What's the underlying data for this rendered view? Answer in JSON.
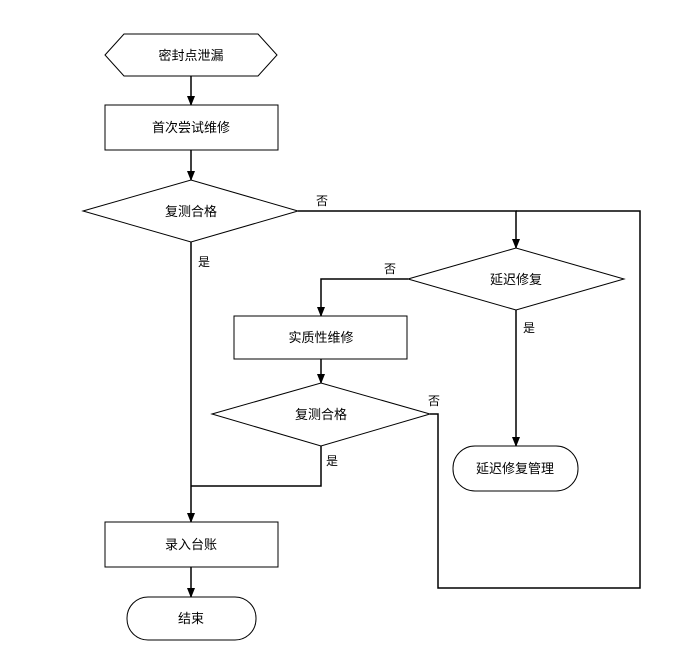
{
  "nodes": {
    "start": "密封点泄漏",
    "first_repair": "首次尝试维修",
    "retest_1": "复测合格",
    "delay_repair": "延迟修复",
    "substantive_repair": "实质性维修",
    "retest_2": "复测合格",
    "delay_repair_manage": "延迟修复管理",
    "record_ledger": "录入台账",
    "end": "结束"
  },
  "edge_labels": {
    "retest_1_no": "否",
    "retest_1_yes": "是",
    "delay_no": "否",
    "delay_yes": "是",
    "retest_2_no": "否",
    "retest_2_yes": "是"
  },
  "colors": {
    "stroke": "#000000",
    "fill": "#ffffff"
  }
}
